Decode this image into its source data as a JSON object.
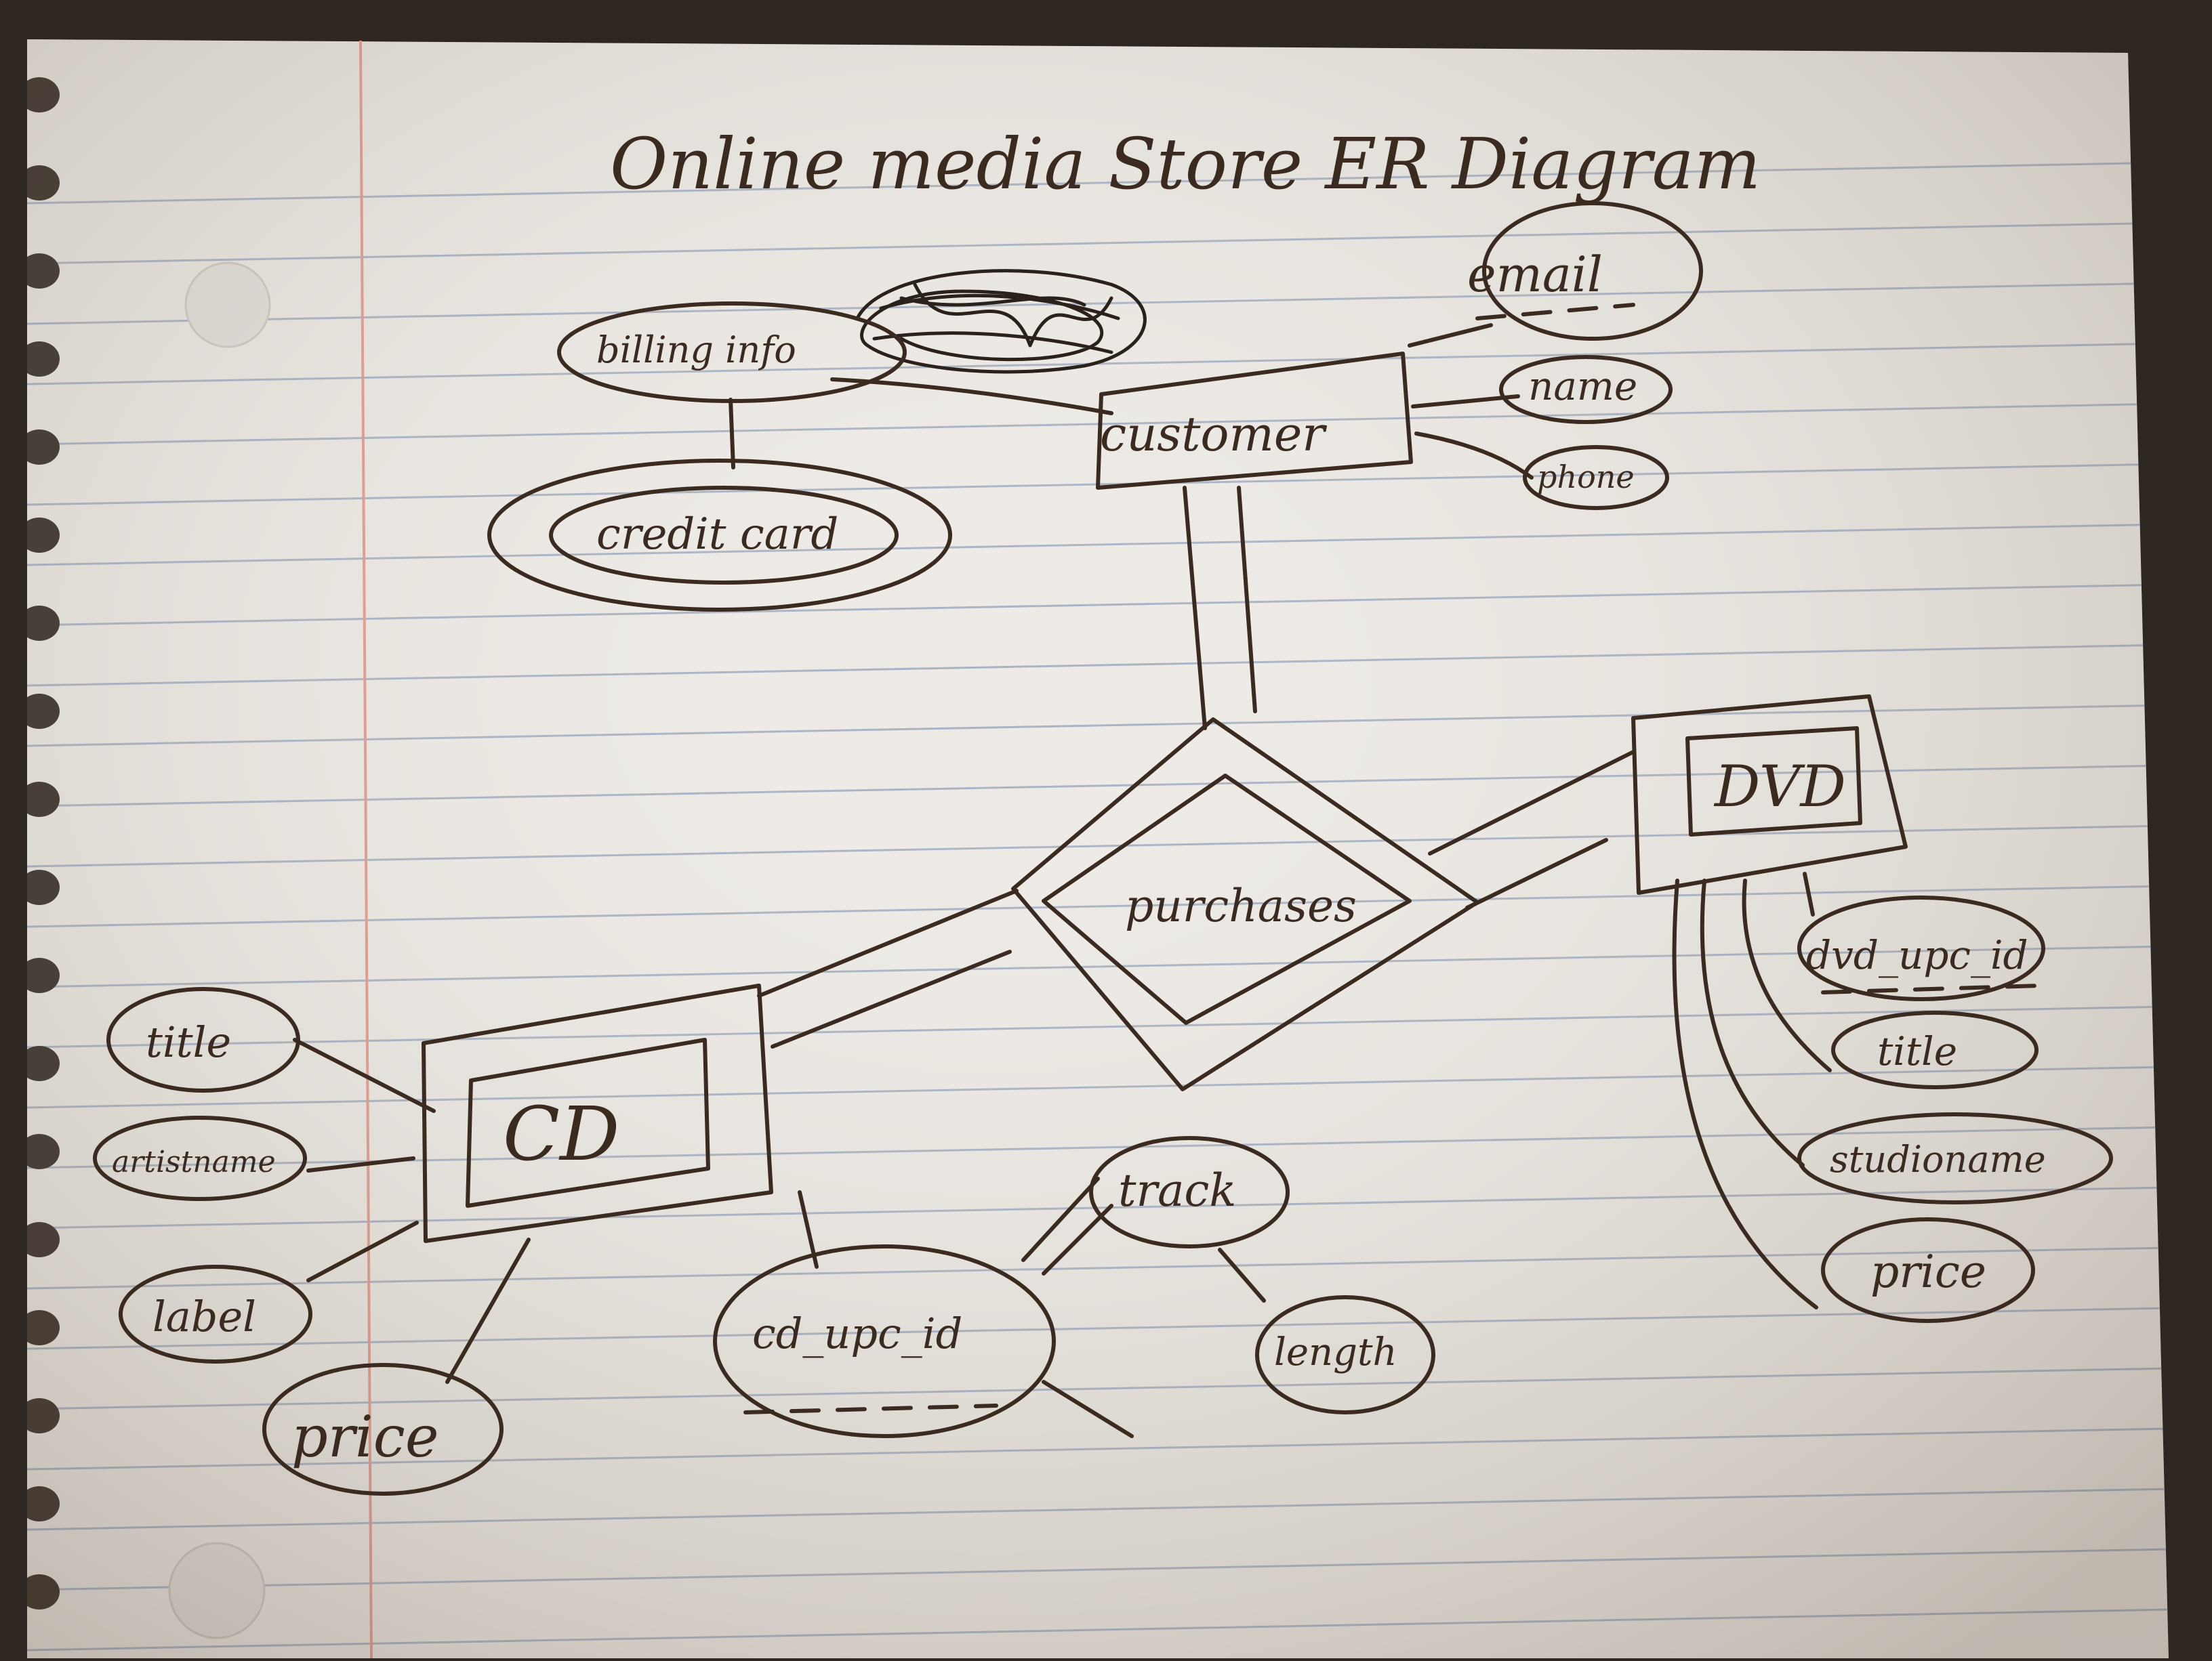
{
  "diagram": {
    "title": "Online media Store ER Diagram",
    "entities": [
      {
        "id": "customer",
        "label": "customer",
        "weak": false
      },
      {
        "id": "cd",
        "label": "CD",
        "weak": true
      },
      {
        "id": "dvd",
        "label": "DVD",
        "weak": true
      }
    ],
    "relationships": [
      {
        "id": "purchases",
        "label": "purchases",
        "identifying": true
      }
    ],
    "attributes": [
      {
        "id": "billing",
        "label": "billing info",
        "owner": "customer",
        "key": false,
        "multivalued": false
      },
      {
        "id": "credit",
        "label": "credit card",
        "owner": "billing",
        "key": false,
        "multivalued": true
      },
      {
        "id": "email",
        "label": "email",
        "owner": "customer",
        "key": true,
        "multivalued": false
      },
      {
        "id": "name",
        "label": "name",
        "owner": "customer",
        "key": false,
        "multivalued": false
      },
      {
        "id": "phone",
        "label": "phone",
        "owner": "customer",
        "key": false,
        "multivalued": false
      },
      {
        "id": "cd_title",
        "label": "title",
        "owner": "cd",
        "key": false,
        "multivalued": false
      },
      {
        "id": "cd_artist",
        "label": "artistname",
        "owner": "cd",
        "key": false,
        "multivalued": false
      },
      {
        "id": "cd_label",
        "label": "label",
        "owner": "cd",
        "key": false,
        "multivalued": false
      },
      {
        "id": "cd_price",
        "label": "price",
        "owner": "cd",
        "key": false,
        "multivalued": false
      },
      {
        "id": "cd_upc",
        "label": "cd_upc_id",
        "owner": "cd",
        "key": true,
        "multivalued": false
      },
      {
        "id": "track",
        "label": "track",
        "owner": "cd_upc",
        "key": false,
        "multivalued": false
      },
      {
        "id": "length",
        "label": "length",
        "owner": "track",
        "key": false,
        "multivalued": false
      },
      {
        "id": "dvd_upc",
        "label": "dvd_upc_id",
        "owner": "dvd",
        "key": true,
        "multivalued": false
      },
      {
        "id": "dvd_title",
        "label": "title",
        "owner": "dvd",
        "key": false,
        "multivalued": false
      },
      {
        "id": "dvd_studio",
        "label": "studioname",
        "owner": "dvd",
        "key": false,
        "multivalued": false
      },
      {
        "id": "dvd_price",
        "label": "price",
        "owner": "dvd",
        "key": false,
        "multivalued": false
      }
    ],
    "colors": {
      "ink": "#3a2a20",
      "paper": "#eeebe6",
      "rule": "#a9b3c4",
      "margin": "#e39a8c",
      "desk": "#2e2620",
      "scribble": "#2b211b"
    }
  }
}
